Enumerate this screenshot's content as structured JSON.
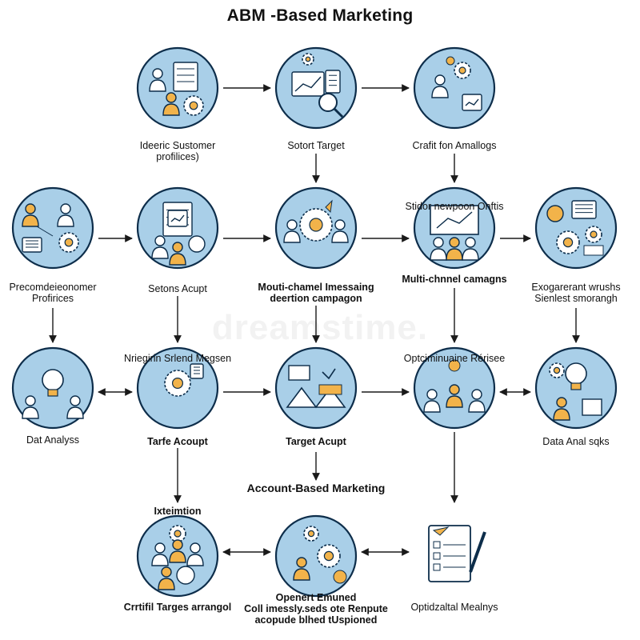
{
  "title": "ABM  -Based Marketing",
  "center_caption": "Account-Based Marketing",
  "watermark": "dreamstime.",
  "colors": {
    "circle_fill": "#a9cfe8",
    "circle_stroke": "#0d2d4a",
    "accent": "#f2b34a",
    "line": "#1a1a1a"
  },
  "nodes": [
    {
      "id": "n1",
      "label": "Ideeric Sustomer\nprofilices)",
      "icon": "profile-gear-icon"
    },
    {
      "id": "n2",
      "label": "Sotort Target",
      "icon": "chart-magnifier-icon"
    },
    {
      "id": "n3",
      "label": "Crafit fon Amallogs",
      "icon": "person-strategy-icon"
    },
    {
      "id": "n4",
      "label": "Precomdeieonomer\nProfirices",
      "icon": "network-profiles-icon"
    },
    {
      "id": "n5",
      "label": "Setons Acupt",
      "icon": "document-chart-icon"
    },
    {
      "id": "n6",
      "label": "Mouti-chamel Imessaing\ndeertion campagon",
      "icon": "team-gear-icon"
    },
    {
      "id": "n7",
      "label": "Multi-chnnel camagns",
      "top_label": "Stidor newpoon Onftis",
      "icon": "presentation-board-icon"
    },
    {
      "id": "n8",
      "label": "Exogarerant wrushs\nSienlest smorangh",
      "icon": "ideas-gears-icon"
    },
    {
      "id": "n9",
      "label": "Dat Analyss",
      "icon": "lightbulb-people-icon"
    },
    {
      "id": "n10",
      "label": "Tarfe Acoupt",
      "top_label": "Nriegirin Srlend Megsen",
      "icon": "hands-gear-icon"
    },
    {
      "id": "n11",
      "label": "Target Acupt",
      "icon": "mountain-chart-icon"
    },
    {
      "id": "n12",
      "label": "",
      "top_label": "Optciminuaine Rérisee",
      "icon": "team-idea-icon"
    },
    {
      "id": "n13",
      "label": "Data Anal sqks",
      "icon": "bulb-gears-people-icon"
    },
    {
      "id": "n14",
      "label": "Crrtifil Targes arrangol",
      "top_label": "Ixteimtion",
      "icon": "group-gear-icon"
    },
    {
      "id": "n15",
      "label": "Openert Emuned\nColl imessly.seds ote Renpute\nacopude blhed tUspioned",
      "icon": "person-gears-icon"
    },
    {
      "id": "n16",
      "label": "Optidzaltal Mealnys",
      "icon": "clipboard-checklist-icon"
    }
  ]
}
